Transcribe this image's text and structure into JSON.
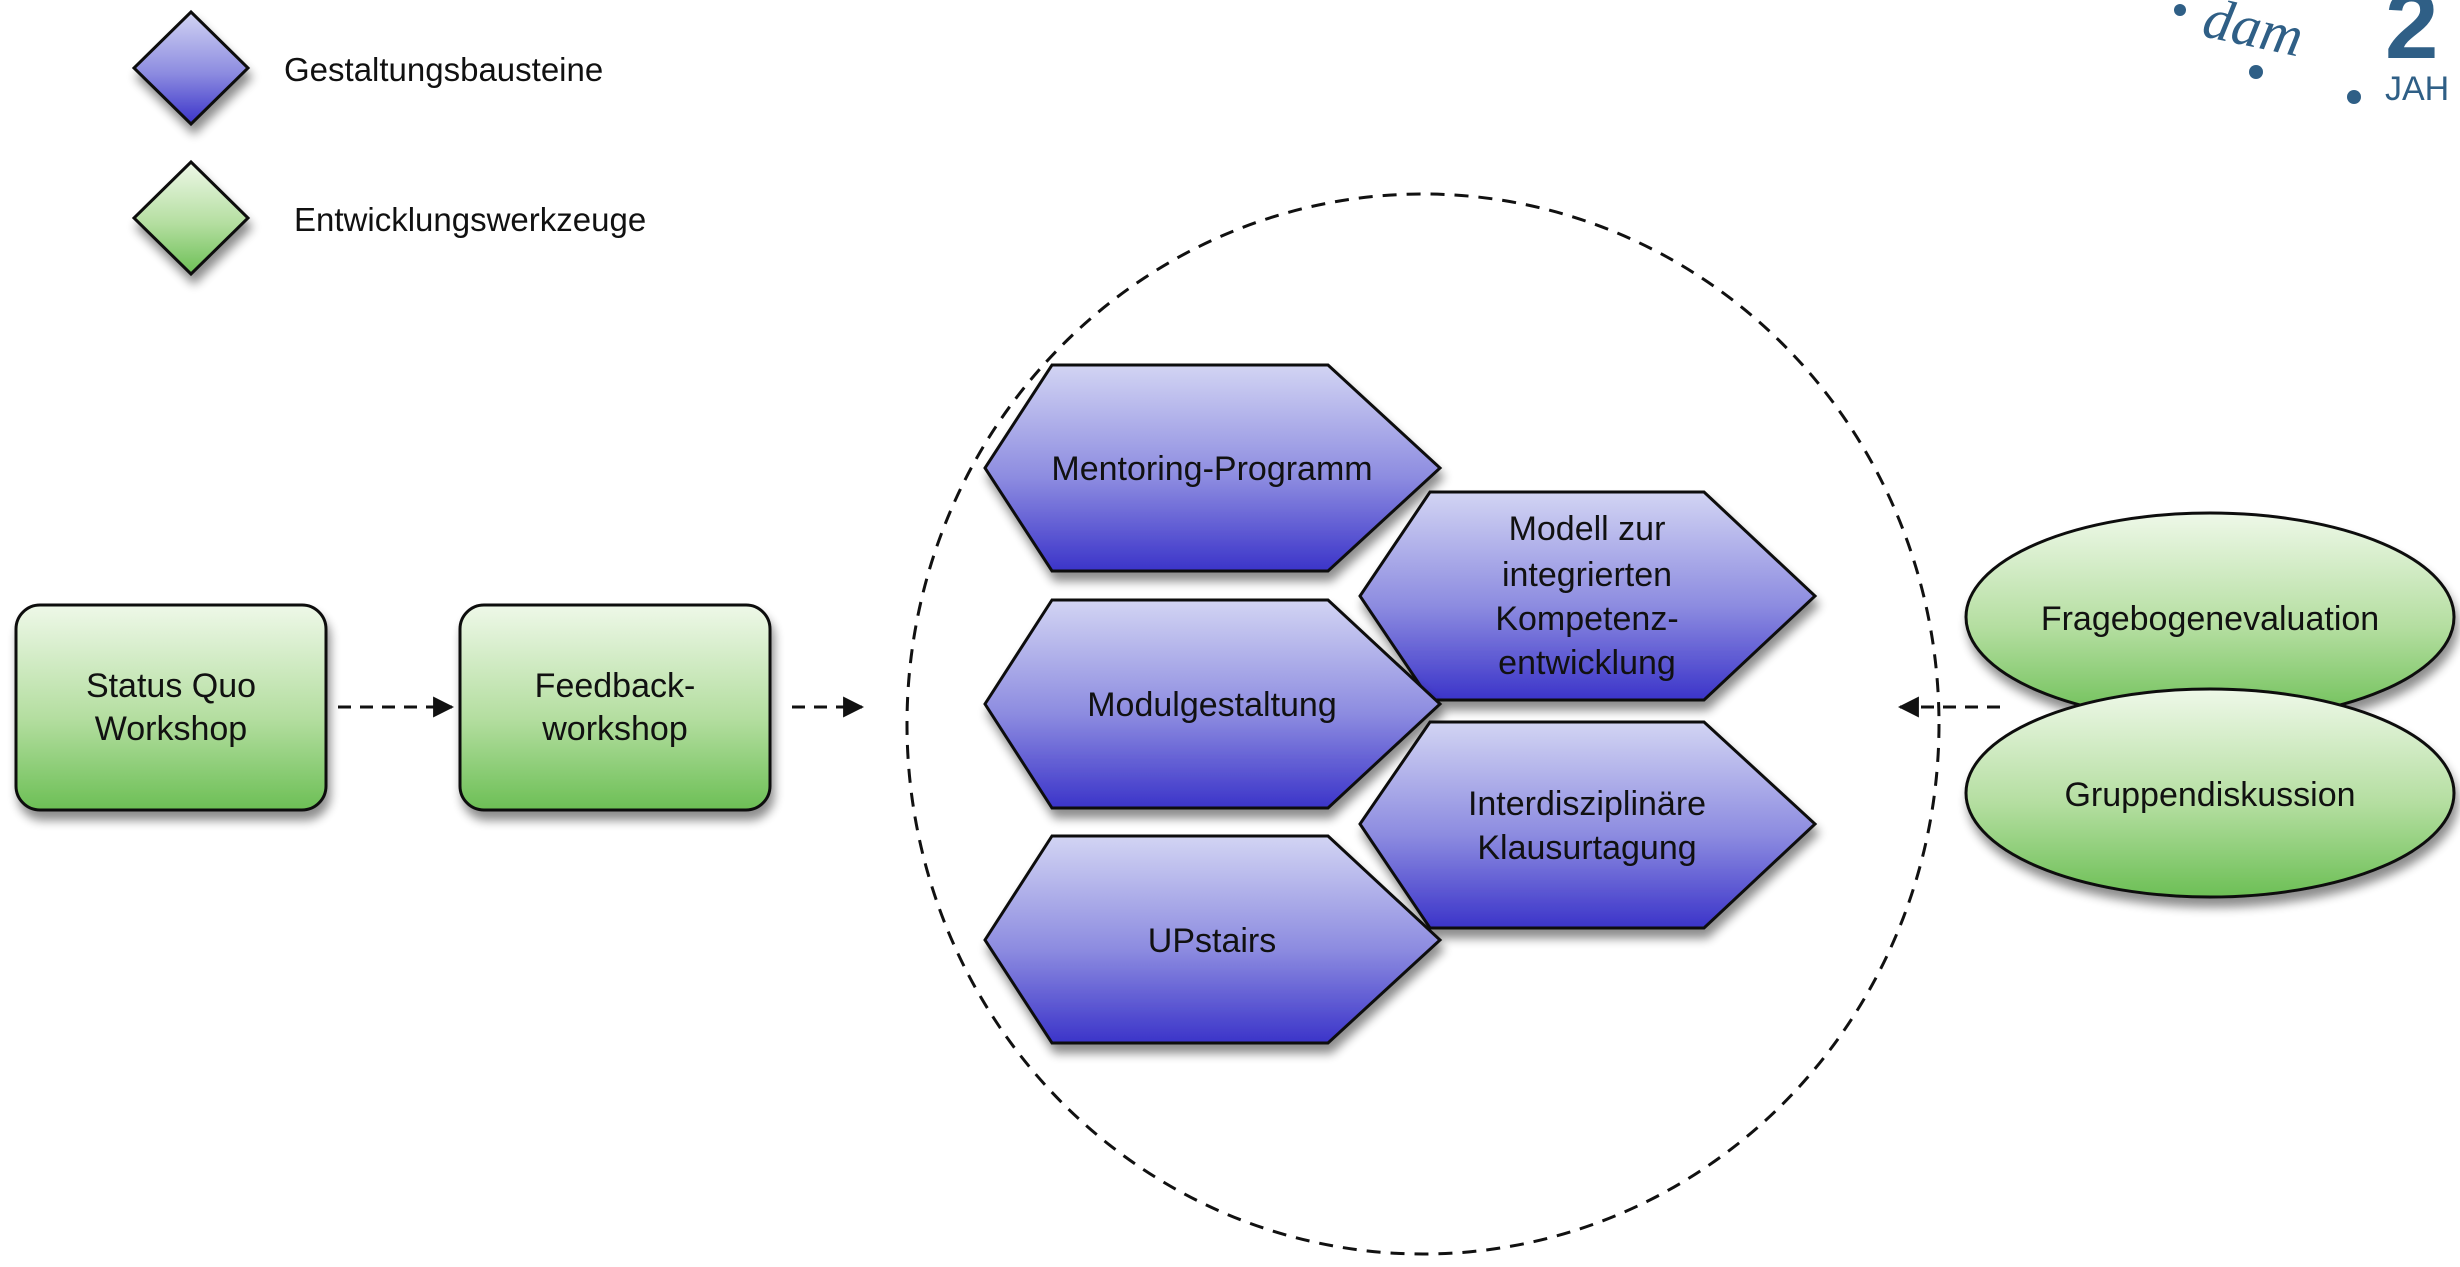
{
  "colors": {
    "blue_top": "#d2d4f3",
    "blue_bottom": "#3b34c9",
    "green_top": "#e8f5e0",
    "green_bottom": "#6cbf55",
    "stroke": "#111111",
    "logo_blue": "#2f5f86"
  },
  "legend": {
    "blue_label": "Gestaltungsbausteine",
    "green_label": "Entwicklungswerkzeuge"
  },
  "logo": {
    "text_fragment": "dam",
    "number_fragment": "2",
    "small_fragment": "JAH"
  },
  "workshops": {
    "status_quo": [
      "Status Quo",
      "Workshop"
    ],
    "feedback": [
      "Feedback-",
      "workshop"
    ]
  },
  "modules": {
    "mentoring": [
      "Mentoring-Programm"
    ],
    "modell": [
      "Modell zur",
      "integrierten",
      "Kompetenz-",
      "entwicklung"
    ],
    "modulgestaltung": [
      "Modulgestaltung"
    ],
    "interdisziplinaer": [
      "Interdisziplinäre",
      "Klausurtagung"
    ],
    "upstairs": [
      "UPstairs"
    ]
  },
  "tools": {
    "fragebogen": [
      "Fragebogenevaluation"
    ],
    "gruppen": [
      "Gruppendiskussion"
    ]
  }
}
